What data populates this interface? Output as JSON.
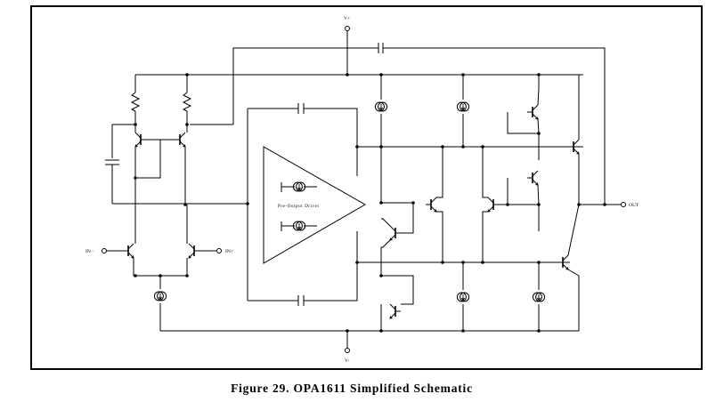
{
  "caption": "Figure 29. OPA1611 Simplified Schematic",
  "labels": {
    "vplus": "V+",
    "vminus": "V-",
    "in_minus": "IN -",
    "in_plus": "IN+",
    "out": "OUT",
    "pre_output_driver": "Pre-Output Driver"
  },
  "icons": {
    "transistor": "bjt-transistor-icon",
    "resistor": "resistor-icon",
    "capacitor": "capacitor-icon",
    "current_source": "current-source-icon",
    "amplifier": "triangle-amplifier-icon"
  }
}
